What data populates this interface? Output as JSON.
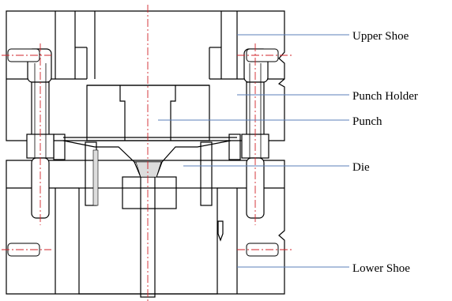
{
  "labels": {
    "upper_shoe": "Upper Shoe",
    "punch_holder": "Punch Holder",
    "punch": "Punch",
    "die": "Die",
    "lower_shoe": "Lower Shoe"
  },
  "colors": {
    "outline": "#000000",
    "centerline": "#d2232a",
    "leader": "#5b7fb8",
    "background": "#ffffff"
  }
}
